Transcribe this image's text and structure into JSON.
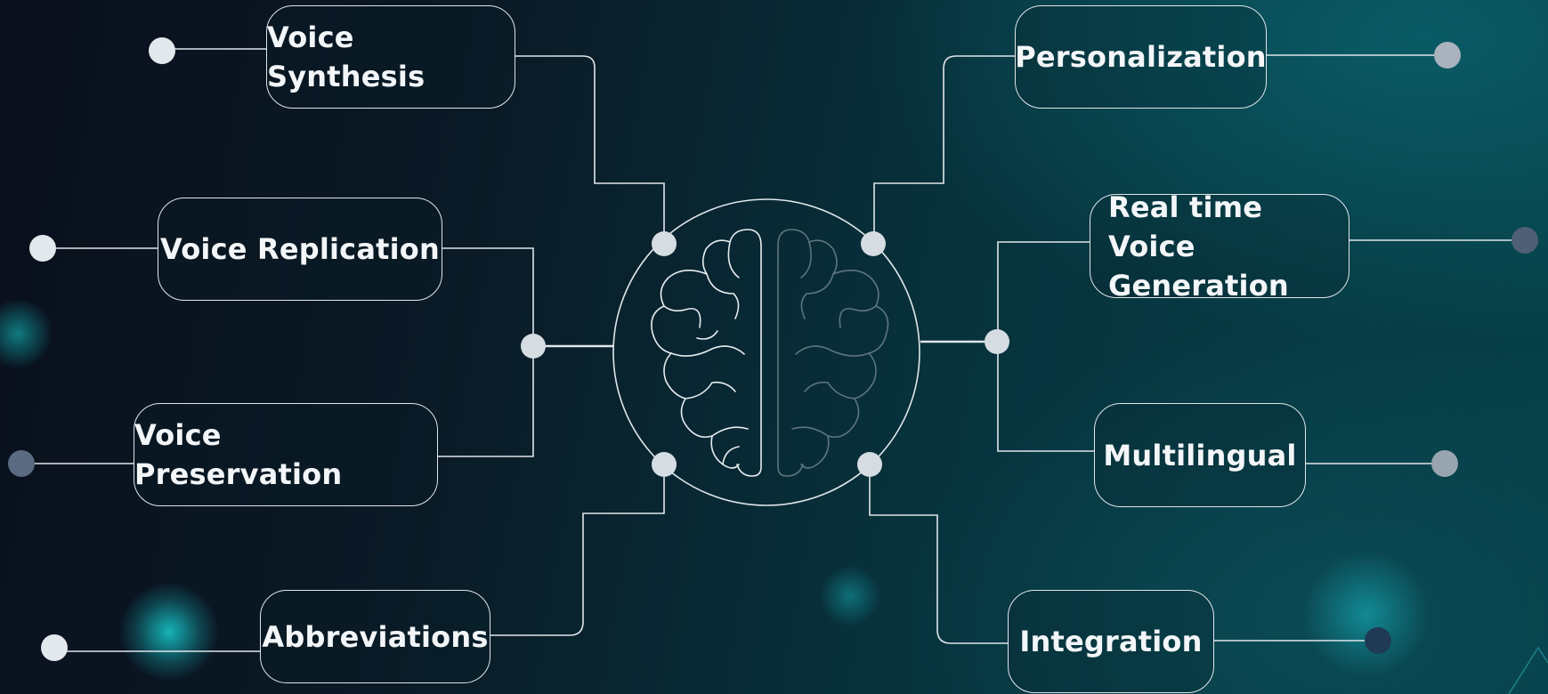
{
  "center": {
    "icon": "brain-icon"
  },
  "nodes": {
    "voice_synthesis": "Voice Synthesis",
    "voice_replication": "Voice Replication",
    "voice_preservation": "Voice Preservation",
    "abbreviations": "Abbreviations",
    "personalization": "Personalization",
    "realtime_line1": "Real time Voice",
    "realtime_line2": "Generation",
    "multilingual": "Multilingual",
    "integration": "Integration"
  },
  "colors": {
    "line": "#dfe6ea",
    "dot_light": "#dfe4e8",
    "dot_gray": "#a9b3bd",
    "dot_slate": "#5a6a80",
    "dot_dark": "#1f3a55"
  }
}
